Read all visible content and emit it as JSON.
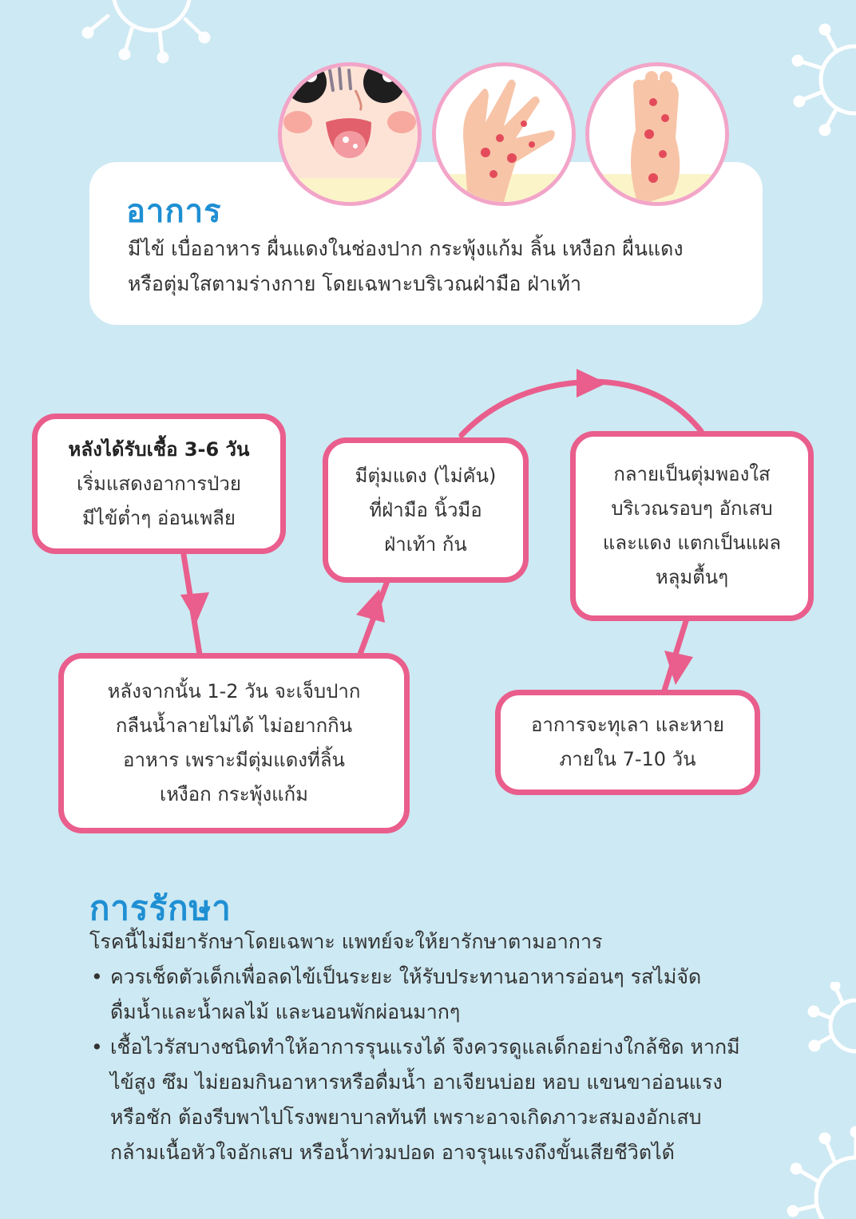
{
  "symptoms": {
    "heading": "อาการ",
    "lines": [
      "มีไข้ เบื่ออาหาร ผื่นแดงในช่องปาก กระพุ้งแก้ม ลิ้น เหงือก ผื่นแดง",
      "หรือตุ่มใสตามร่างกาย โดยเฉพาะบริเวณฝ่ามือ ฝ่าเท้า"
    ]
  },
  "timeline": {
    "step1": {
      "title": "หลังได้รับเชื้อ 3-6 วัน",
      "lines": [
        "เริ่มแสดงอาการป่วย",
        "มีไข้ต่ำๆ อ่อนเพลีย"
      ]
    },
    "step2": {
      "lines": [
        "หลังจากนั้น 1-2 วัน จะเจ็บปาก",
        "กลืนน้ำลายไม่ได้ ไม่อยากกิน",
        "อาหาร เพราะมีตุ่มแดงที่ลิ้น",
        "เหงือก กระพุ้งแก้ม"
      ]
    },
    "step3": {
      "lines": [
        "มีตุ่มแดง (ไม่คัน)",
        "ที่ฝ่ามือ นิ้วมือ",
        "ฝ่าเท้า ก้น"
      ]
    },
    "step4": {
      "lines": [
        "กลายเป็นตุ่มพองใส",
        "บริเวณรอบๆ อักเสบ",
        "และแดง แตกเป็นแผล",
        "หลุมตื้นๆ"
      ]
    },
    "step5": {
      "lines": [
        "อาการจะทุเลา และหาย",
        "ภายใน 7-10 วัน"
      ]
    }
  },
  "treatment": {
    "heading": "การรักษา",
    "intro": "โรคนี้ไม่มียารักษาโดยเฉพาะ แพทย์จะให้ยารักษาตามอาการ",
    "bullet_symbol": "•",
    "bullets": [
      [
        "ควรเช็ดตัวเด็กเพื่อลดไข้เป็นระยะ ให้รับประทานอาหารอ่อนๆ รสไม่จัด",
        "ดื่มน้ำและน้ำผลไม้ และนอนพักผ่อนมากๆ"
      ],
      [
        "เชื้อไวรัสบางชนิดทำให้อาการรุนแรงได้ จึงควรดูแลเด็กอย่างใกล้ชิด หากมี",
        "ไข้สูง ซึม ไม่ยอมกินอาหารหรือดื่มน้ำ อาเจียนบ่อย หอบ แขนขาอ่อนแรง",
        "หรือชัก ต้องรีบพาไปโรงพยาบาลทันที เพราะอาจเกิดภาวะสมองอักเสบ",
        "กล้ามเนื้อหัวใจอักเสบ หรือน้ำท่วมปอด อาจรุนแรงถึงขั้นเสียชีวิตได้"
      ]
    ]
  },
  "colors": {
    "background": "#cde9f3",
    "accent_pink": "#e95e8c",
    "heading_blue": "#1f8fd3"
  }
}
